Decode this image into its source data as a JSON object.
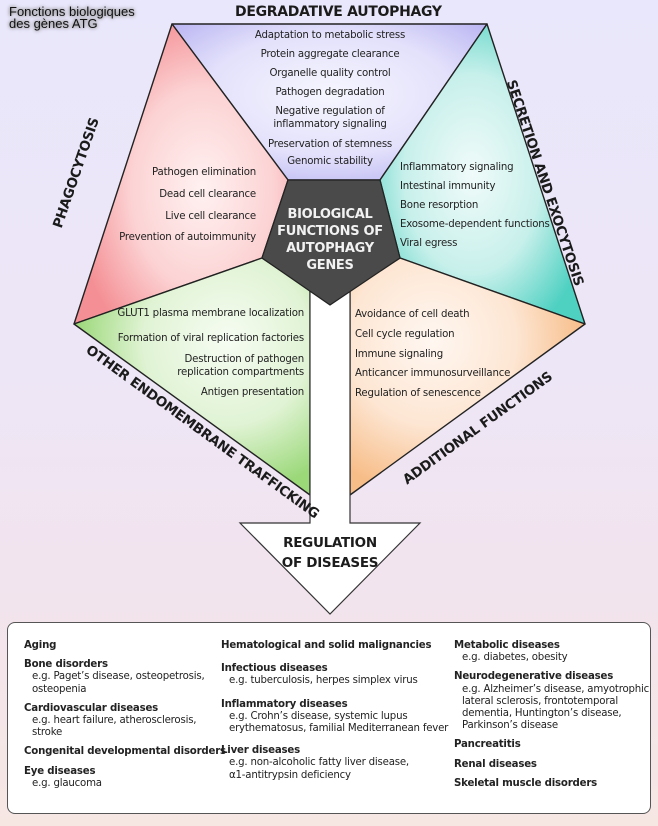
{
  "corner_caption": [
    "Fonctions biologiques",
    "des gènes ATG"
  ],
  "center": {
    "title": [
      "BIOLOGICAL",
      "FUNCTIONS OF",
      "AUTOPHAGY",
      "GENES"
    ]
  },
  "colors": {
    "degradative": "#cfcbf7",
    "phagocytosis": "#f6a3a7",
    "secretion": "#5fd6c8",
    "endomembrane": "#a9df8a",
    "additional": "#f8c494",
    "center": "#4a4a4a",
    "outline": "#222222"
  },
  "sections": {
    "degradative": {
      "label": "DEGRADATIVE AUTOPHAGY",
      "items": [
        "Adaptation to metabolic stress",
        "Protein aggregate clearance",
        "Organelle quality control",
        "Pathogen degradation",
        "Negative regulation of",
        "inflammatory signaling",
        "Preservation of stemness",
        "Genomic stability"
      ]
    },
    "phagocytosis": {
      "label": "PHAGOCYTOSIS",
      "items": [
        "Pathogen elimination",
        "Dead cell clearance",
        "Live cell clearance",
        "Prevention of autoimmunity"
      ]
    },
    "secretion": {
      "label": "SECRETION AND EXOCYTOSIS",
      "items": [
        "Inflammatory signaling",
        "Intestinal immunity",
        "Bone resorption",
        "Exosome-dependent functions",
        "Viral egress"
      ]
    },
    "endomembrane": {
      "label": "OTHER ENDOMEMBRANE TRAFFICKING",
      "items": [
        "GLUT1 plasma membrane localization",
        "Formation of viral replication factories",
        "Destruction of pathogen",
        "replication compartments",
        "Antigen presentation"
      ]
    },
    "additional": {
      "label": "ADDITIONAL FUNCTIONS",
      "items": [
        "Avoidance of cell death",
        "Cell cycle regulation",
        "Immune signaling",
        "Anticancer immunosurveillance",
        "Regulation of senescence"
      ]
    }
  },
  "arrow": {
    "title": [
      "REGULATION",
      "OF DISEASES"
    ]
  },
  "diseases": {
    "col1": [
      {
        "name": "Aging"
      },
      {
        "name": "Bone disorders",
        "example": [
          "e.g. Paget’s disease, osteopetrosis,",
          "osteopenia"
        ]
      },
      {
        "name": "Cardiovascular diseases",
        "example": [
          "e.g. heart failure, atherosclerosis,",
          "stroke"
        ]
      },
      {
        "name": "Congenital developmental disorders"
      },
      {
        "name": "Eye diseases",
        "example": [
          "e.g. glaucoma"
        ]
      }
    ],
    "col2": [
      {
        "name": "Hematological and solid malignancies"
      },
      {
        "name": "Infectious diseases",
        "example": [
          "e.g. tuberculosis, herpes simplex virus"
        ]
      },
      {
        "name": "Inflammatory diseases",
        "example": [
          "e.g. Crohn’s disease, systemic lupus",
          "erythematosus, familial Mediterranean fever"
        ]
      },
      {
        "name": "Liver diseases",
        "example": [
          "e.g. non-alcoholic fatty liver disease,",
          "α1-antitrypsin deficiency"
        ]
      }
    ],
    "col3": [
      {
        "name": "Metabolic diseases",
        "example": [
          "e.g. diabetes, obesity"
        ]
      },
      {
        "name": "Neurodegenerative diseases",
        "example": [
          "e.g. Alzheimer’s disease, amyotrophic",
          "lateral sclerosis, frontotemporal",
          "dementia, Huntington’s disease,",
          "Parkinson’s disease"
        ]
      },
      {
        "name": "Pancreatitis"
      },
      {
        "name": "Renal diseases"
      },
      {
        "name": "Skeletal muscle disorders"
      }
    ]
  }
}
